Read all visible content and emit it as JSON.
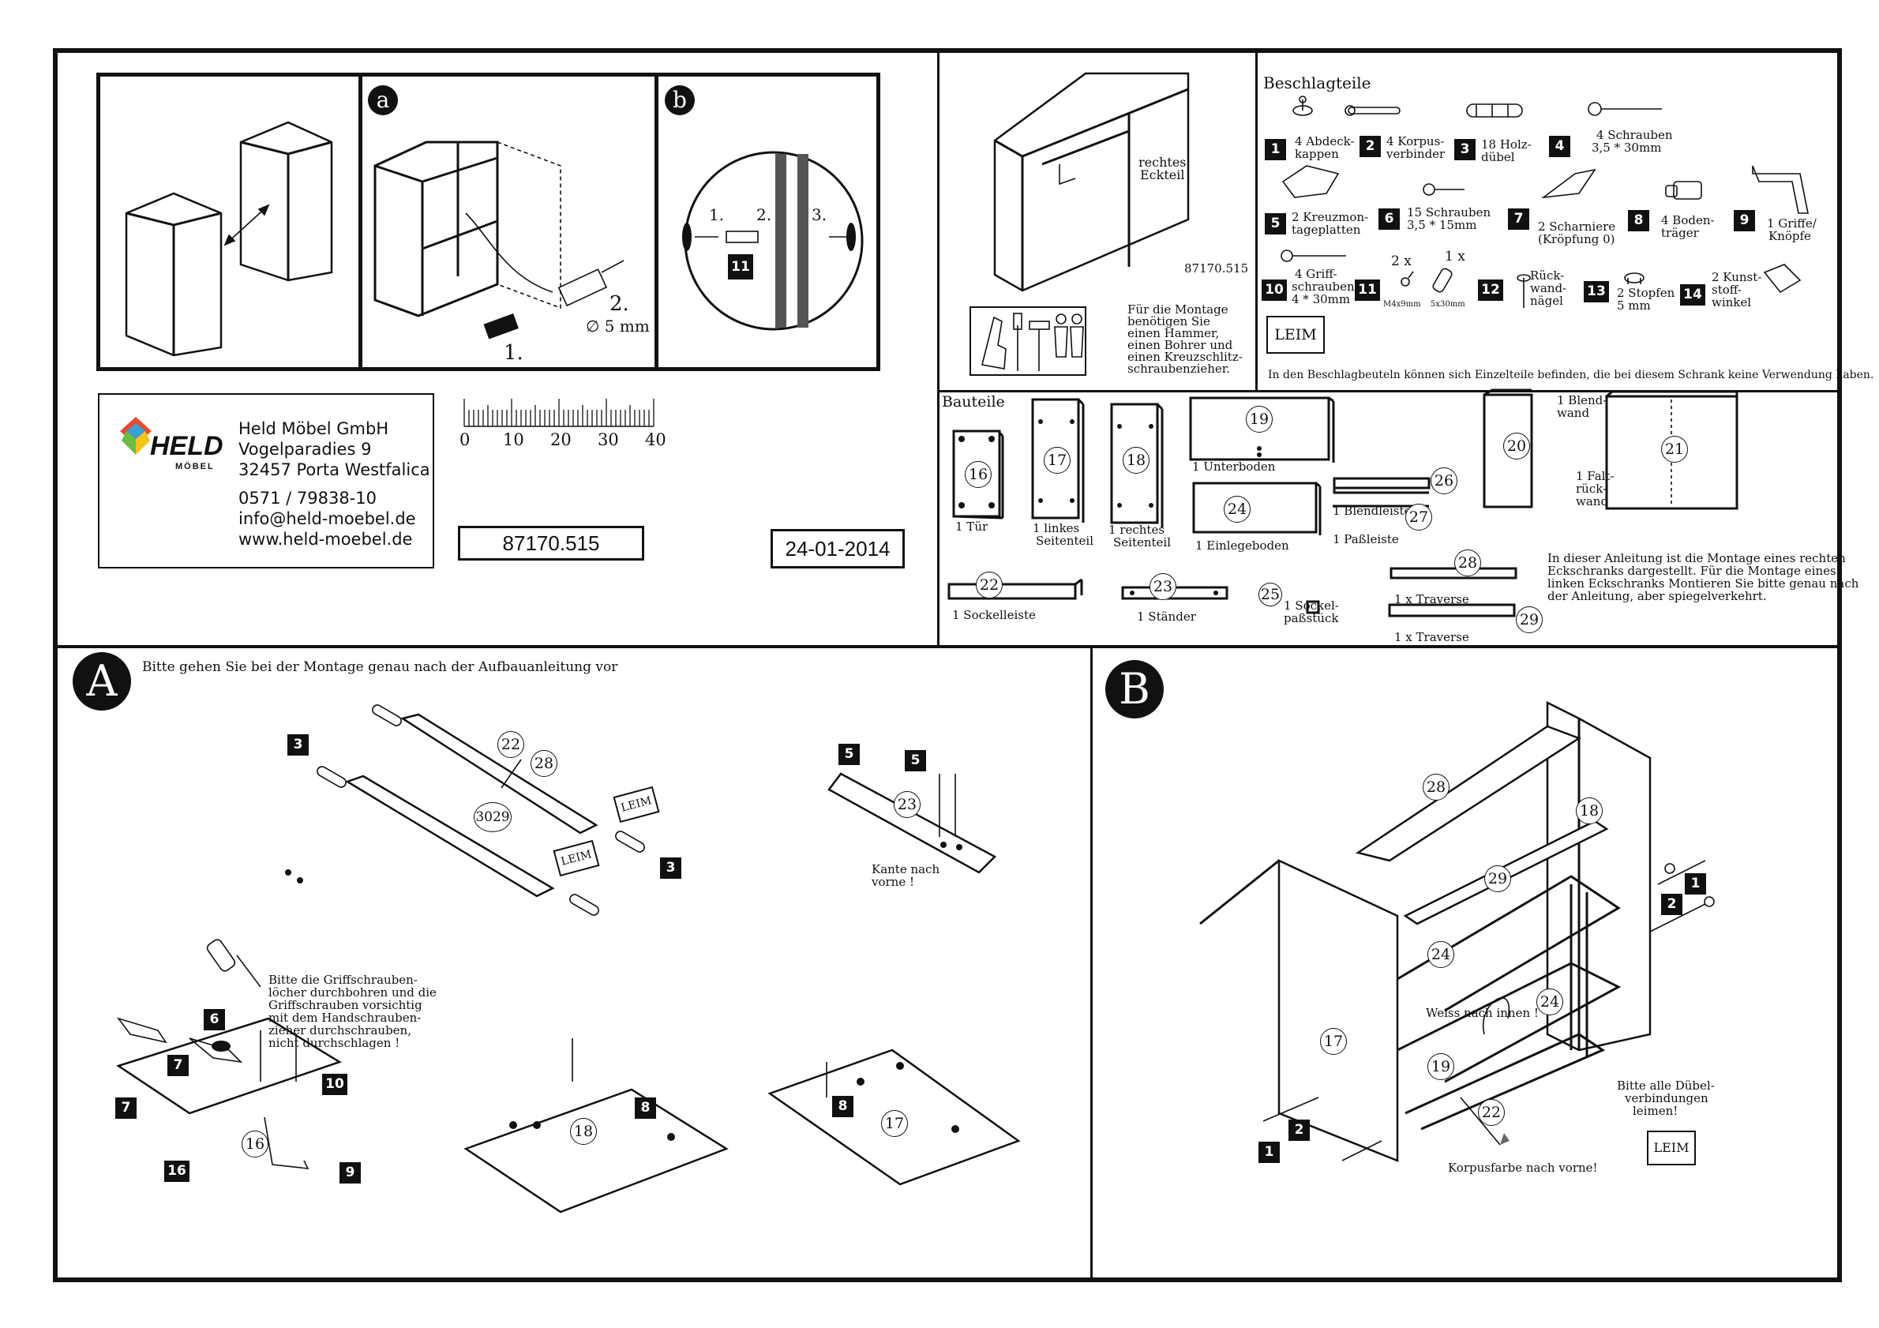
{
  "company": {
    "logo_text": "HELD",
    "logo_sub": "MÖBEL",
    "name": "Held Möbel GmbH",
    "street": "Vogelparadies 9",
    "city": "32457 Porta Westfalica",
    "phone": "0571 / 79838-10",
    "email": "info@held-moebel.de",
    "web": "www.held-moebel.de"
  },
  "article_number": "87170.515",
  "date": "24-01-2014",
  "ruler": {
    "labels": [
      "0",
      "10",
      "20",
      "30",
      "40"
    ]
  },
  "intro_panels": {
    "a_label": "a",
    "b_label": "b",
    "step_1": "1.",
    "step_2": "2.",
    "drill_diameter": "∅ 5 mm",
    "b_step_1": "1.",
    "b_step_2": "2.",
    "b_step_3": "3.",
    "b_part": "11"
  },
  "cabinet": {
    "label_line1": "rechtes",
    "label_line2": "Eckteil",
    "number": "87170.515"
  },
  "tools_note": [
    "Für die Montage",
    "benötigen Sie",
    "einen Hammer,",
    "einen Bohrer und",
    "einen Kreuzschlitz-",
    "schraubenzieher."
  ],
  "hardware": {
    "title": "Beschlagteile",
    "items": [
      {
        "num": "1",
        "line1": "4 Abdeck-",
        "line2": "kappen"
      },
      {
        "num": "2",
        "line1": "4 Korpus-",
        "line2": "verbinder"
      },
      {
        "num": "3",
        "line1": "18 Holz-",
        "line2": "dübel"
      },
      {
        "num": "4",
        "line1": "4 Schrauben",
        "line2": "3,5 * 30mm"
      },
      {
        "num": "5",
        "line1": "2 Kreuzmon-",
        "line2": "tageplatten"
      },
      {
        "num": "6",
        "line1": "15 Schrauben",
        "line2": "3,5 * 15mm"
      },
      {
        "num": "7",
        "line1": "2 Scharniere",
        "line2": "(Kröpfung 0)"
      },
      {
        "num": "8",
        "line1": "4 Boden-",
        "line2": "träger"
      },
      {
        "num": "9",
        "line1": "1 Griffe/",
        "line2": "Knöpfe"
      },
      {
        "num": "10",
        "line1": "4 Griff-",
        "line2": "schrauben",
        "line3": "4 * 30mm"
      },
      {
        "num": "11",
        "qty_a": "2 x",
        "qty_b": "1 x",
        "size_a": "M4x9mm",
        "size_b": "5x30mm"
      },
      {
        "num": "12",
        "line1": "Rück-",
        "line2": "wand-",
        "line3": "nägel"
      },
      {
        "num": "13",
        "line1": "2 Stopfen",
        "line2": "5 mm"
      },
      {
        "num": "14",
        "line1": "2 Kunst-",
        "line2": "stoff-",
        "line3": "winkel"
      }
    ],
    "glue_label": "LEIM",
    "footnote": "In den Beschlagbeuteln können sich Einzelteile befinden, die bei diesem Schrank keine Verwendung haben."
  },
  "parts": {
    "title": "Bauteile",
    "p16": {
      "num": "16",
      "label": "1 Tür"
    },
    "p17": {
      "num": "17",
      "line1": "1 linkes",
      "line2": "Seitenteil"
    },
    "p18": {
      "num": "18",
      "line1": "1 rechtes",
      "line2": "Seitenteil"
    },
    "p19": {
      "num": "19",
      "label": "1 Unterboden"
    },
    "p20": {
      "num": "20"
    },
    "p21": {
      "num": "21"
    },
    "p20_label": {
      "line1": "1 Blend-",
      "line2": "wand"
    },
    "p21_label": {
      "line1": "1 Falt-",
      "line2": "rück-",
      "line3": "wand"
    },
    "p24": {
      "num": "24",
      "label": "1 Einlegeboden"
    },
    "p26": {
      "num": "26"
    },
    "p27": {
      "num": "27"
    },
    "blendleiste": "1 Blendleiste",
    "passleiste": "1 Paßleiste",
    "p22": {
      "num": "22",
      "label": "1 Sockelleiste"
    },
    "p23": {
      "num": "23",
      "label": "1 Ständer"
    },
    "p25": {
      "num": "25",
      "line1": "1 Sockel-",
      "line2": "paßstück"
    },
    "p28": {
      "num": "28",
      "label": "1 x  Traverse"
    },
    "p29": {
      "num": "29",
      "label": "1 x  Traverse"
    },
    "note": [
      "In dieser Anleitung ist die Montage eines rechten",
      "Eckschranks dargestellt. Für die Montage eines",
      "linken Eckschranks Montieren Sie bitte genau nach",
      "der Anleitung, aber spiegelverkehrt."
    ]
  },
  "section_a": {
    "letter": "A",
    "instruction": "Bitte gehen Sie bei der Montage genau nach der Aufbauanleitung vor",
    "labels": {
      "n3a": "3",
      "n3b": "3",
      "c22": "22",
      "c28": "28",
      "c3029": "3029",
      "n5a": "5",
      "n5b": "5",
      "c23": "23",
      "n6": "6",
      "n7a": "7",
      "n7b": "7",
      "n10": "10",
      "n16": "16",
      "c16": "16",
      "n9": "9",
      "c18": "18",
      "n8a": "8",
      "n8b": "8",
      "c17": "17",
      "leim": "LEIM"
    },
    "kante": [
      "Kante nach",
      "vorne !"
    ],
    "handle_note": [
      "Bitte die Griffschrauben-",
      "löcher durchbohren und die",
      "Griffschrauben vorsichtig",
      "mit dem Handschrauben-",
      "zieher durchschrauben,",
      "nicht durchschlagen !"
    ]
  },
  "section_b": {
    "letter": "B",
    "labels": {
      "c28": "28",
      "c18": "18",
      "c29": "29",
      "c24a": "24",
      "c24b": "24",
      "c17": "17",
      "c19": "19",
      "c22": "22",
      "n1a": "1",
      "n2a": "2",
      "n1b": "1",
      "n2b": "2",
      "leim": "LEIM"
    },
    "weiss": "Weiss nach innen !",
    "korpus": "Korpusfarbe nach vorne!",
    "glue_note": [
      "Bitte alle Dübel-",
      "verbindungen",
      "leimen!"
    ]
  }
}
